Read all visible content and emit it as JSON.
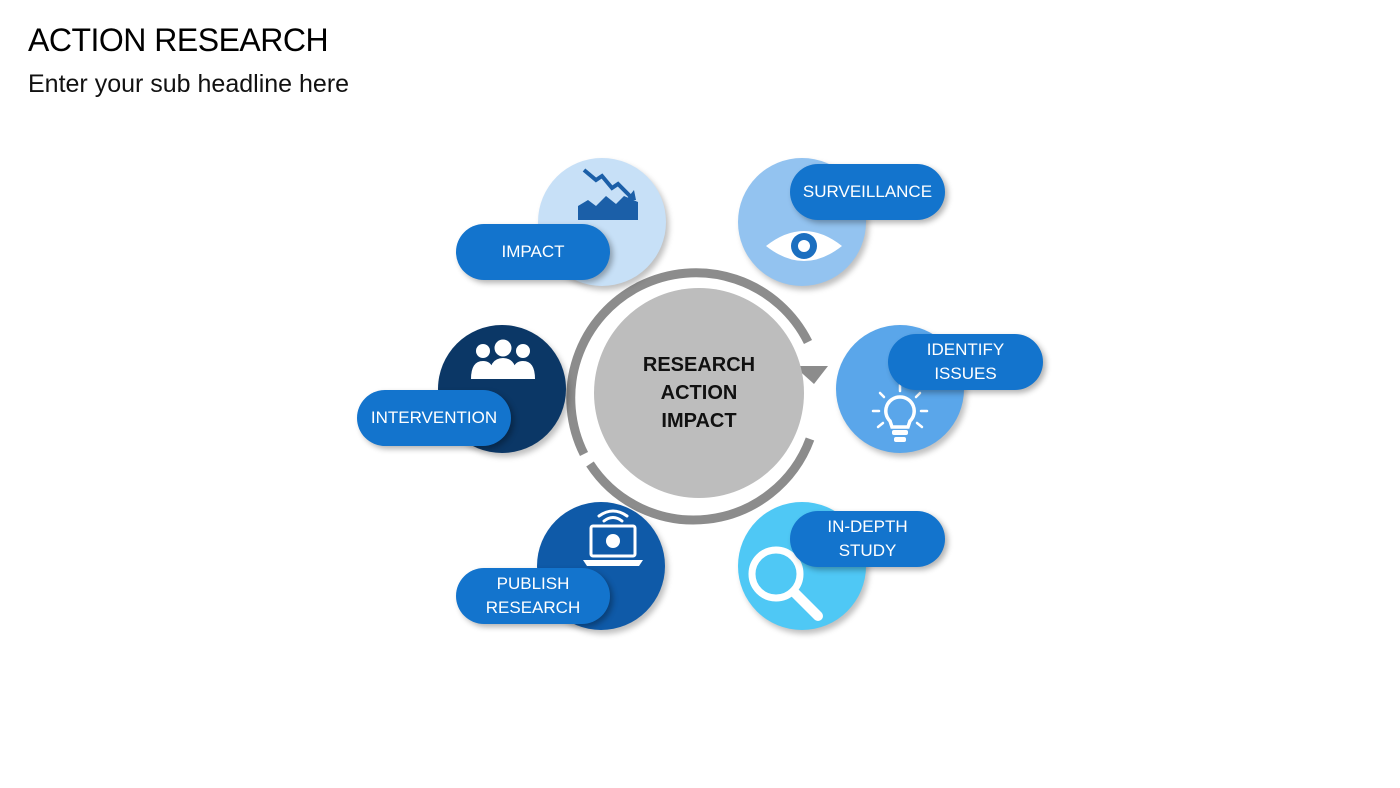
{
  "slide": {
    "title": "ACTION RESEARCH",
    "subtitle": "Enter your sub headline here"
  },
  "center": {
    "label": "RESEARCH\nACTION\nIMPACT"
  },
  "steps": [
    {
      "label": "IMPACT",
      "icon": "declining-chart-icon",
      "circle_color": "#c7e0f7"
    },
    {
      "label": "SURVEILLANCE",
      "icon": "eye-icon",
      "circle_color": "#93c3f0"
    },
    {
      "label": "IDENTIFY\nISSUES",
      "icon": "lightbulb-icon",
      "circle_color": "#5aa6ea"
    },
    {
      "label": "IN-DEPTH\nSTUDY",
      "icon": "magnifier-icon",
      "circle_color": "#4fc8f5"
    },
    {
      "label": "PUBLISH\nRESEARCH",
      "icon": "laptop-wifi-icon",
      "circle_color": "#0f5aa8"
    },
    {
      "label": "INTERVENTION",
      "icon": "people-group-icon",
      "circle_color": "#0b3766"
    }
  ],
  "colors": {
    "pill": "#1374cd",
    "ring": "#8c8c8c",
    "center": "#bdbdbd"
  }
}
